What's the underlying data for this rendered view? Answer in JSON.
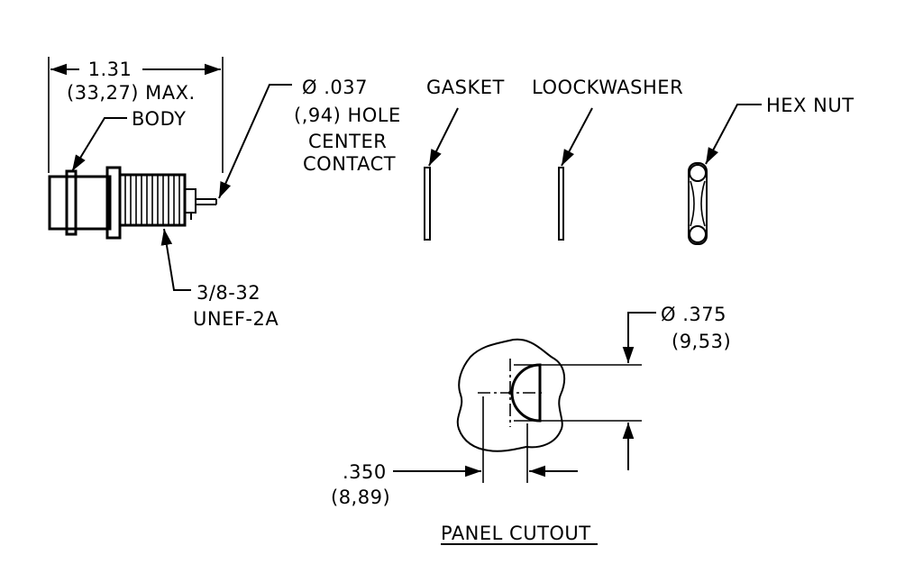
{
  "labels": {
    "length_in": "1.31",
    "length_mm": "(33,27) MAX.",
    "body": "BODY",
    "hole_dia": "Ø .037",
    "hole_mm": "(,94) HOLE",
    "hole_center": "CENTER",
    "hole_contact": "CONTACT",
    "gasket": "GASKET",
    "lockwasher": "LOOCKWASHER",
    "hex_nut": "HEX NUT",
    "thread_1": "3/8-32",
    "thread_2": "UNEF-2A",
    "cutout_dia": "Ø .375",
    "cutout_dia_mm": "(9,53)",
    "flat_in": ".350",
    "flat_mm": "(8,89)",
    "panel_cutout": "PANEL CUTOUT"
  }
}
